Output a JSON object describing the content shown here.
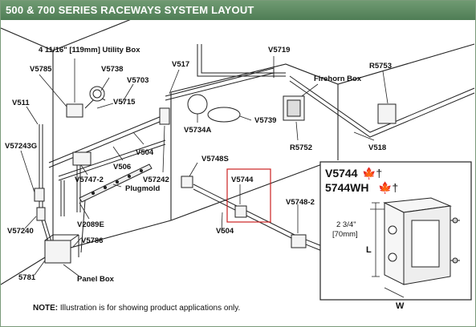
{
  "title": "500 & 700 SERIES RACEWAYS SYSTEM LAYOUT",
  "labels": {
    "utility_box": "4 11/16\" [119mm] Utility Box",
    "v5785": "V5785",
    "v5738": "V5738",
    "v5703": "V5703",
    "v517": "V517",
    "v5719": "V5719",
    "v511": "V511",
    "v5715": "V5715",
    "firehorn_box": "Firehorn Box",
    "r5753": "R5753",
    "v5734a": "V5734A",
    "v5739": "V5739",
    "v57243g": "V57243G",
    "v504a": "V504",
    "v506": "V506",
    "r5752": "R5752",
    "v518": "V518",
    "v5747_2": "V5747-2",
    "v57242": "V57242",
    "v5748s": "V5748S",
    "v5744": "V5744",
    "plugmold": "Plugmold",
    "v5748_2": "V5748-2",
    "v2089e": "V2089E",
    "v57240": "V57240",
    "v5786": "V5786",
    "v504b": "V504",
    "v5781": "5781",
    "panel_box": "Panel Box"
  },
  "inset": {
    "title_1": "V5744",
    "title_2": "5744WH",
    "depth": "2 3/4\"",
    "depth_mm": "[70mm]",
    "length": "L",
    "width": "W"
  },
  "note_label": "NOTE:",
  "note_text": "Illustration is for showing product applications only.",
  "colors": {
    "title_bar": "#5a865e",
    "highlight": "#cc2222"
  }
}
